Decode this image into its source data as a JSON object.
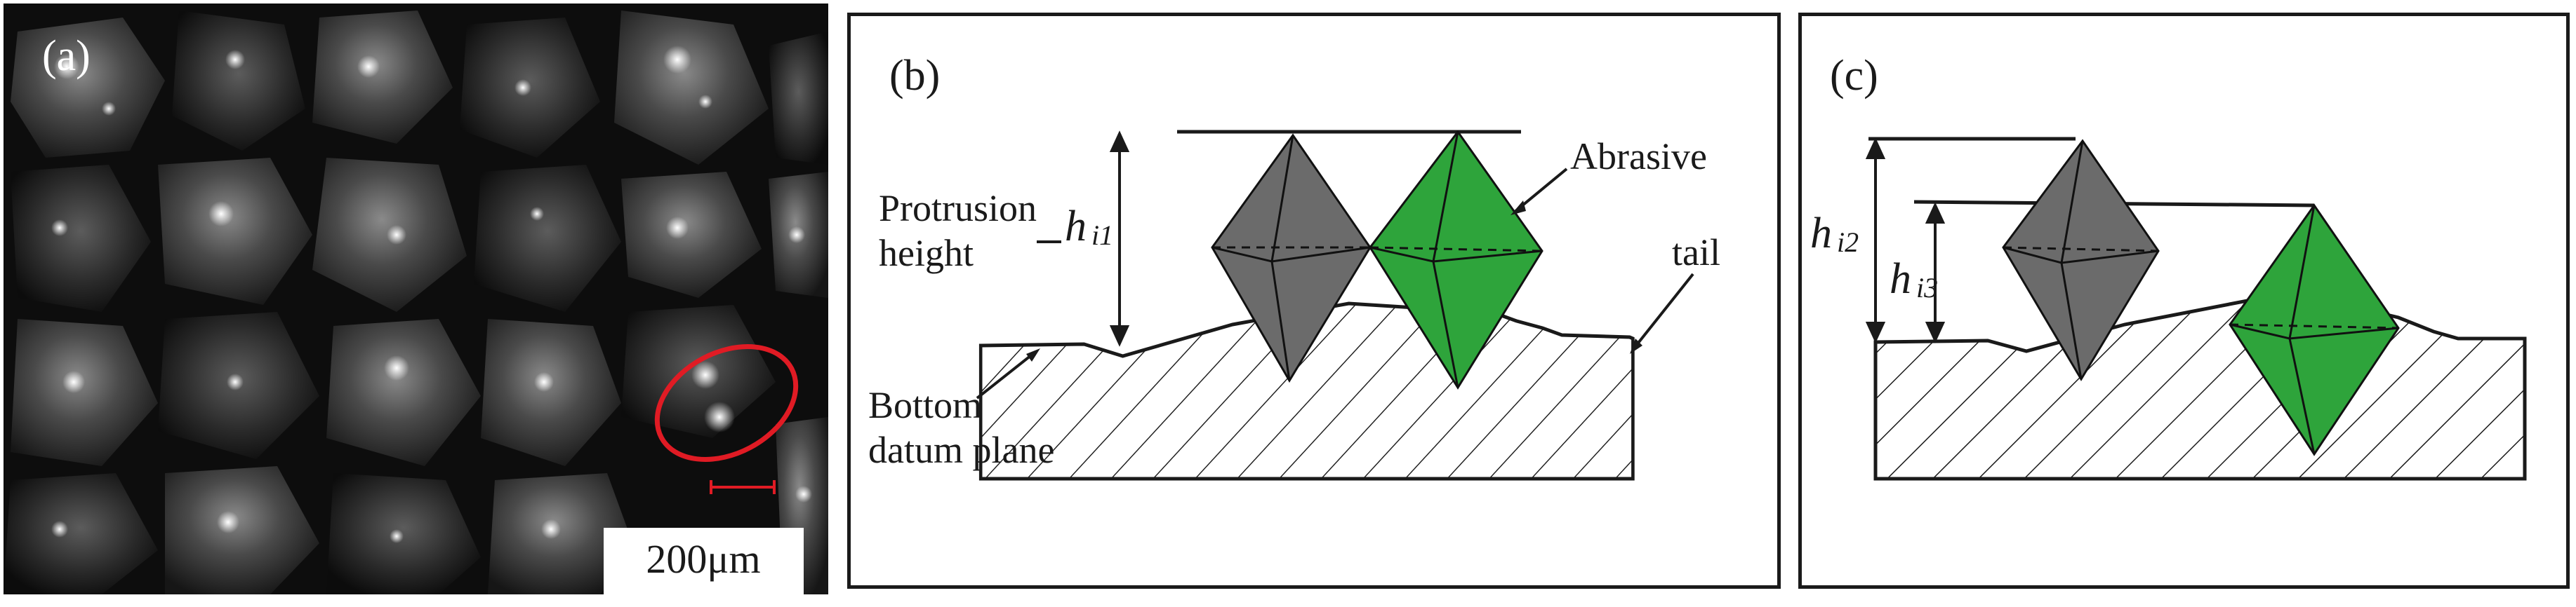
{
  "panels": {
    "a": {
      "label": "(a)",
      "scale_bar": "200μm",
      "highlight_color": "#e01b24"
    },
    "b": {
      "label": "(b)",
      "protrusion_label_1": "Protrusion",
      "protrusion_label_2": "height",
      "height_symbol": "h",
      "height_subscript": "i1",
      "abrasive_label": "Abrasive",
      "tail_label": "tail",
      "bottom_label_1": "Bottom",
      "bottom_label_2": "datum plane"
    },
    "c": {
      "label": "(c)",
      "height_symbol_2": "h",
      "height_subscript_2": "i2",
      "height_symbol_3": "h",
      "height_subscript_3": "i3"
    }
  },
  "colors": {
    "abrasive_gray": "#6b6b6b",
    "abrasive_green": "#2ea43b",
    "line": "#1a1a1a"
  }
}
